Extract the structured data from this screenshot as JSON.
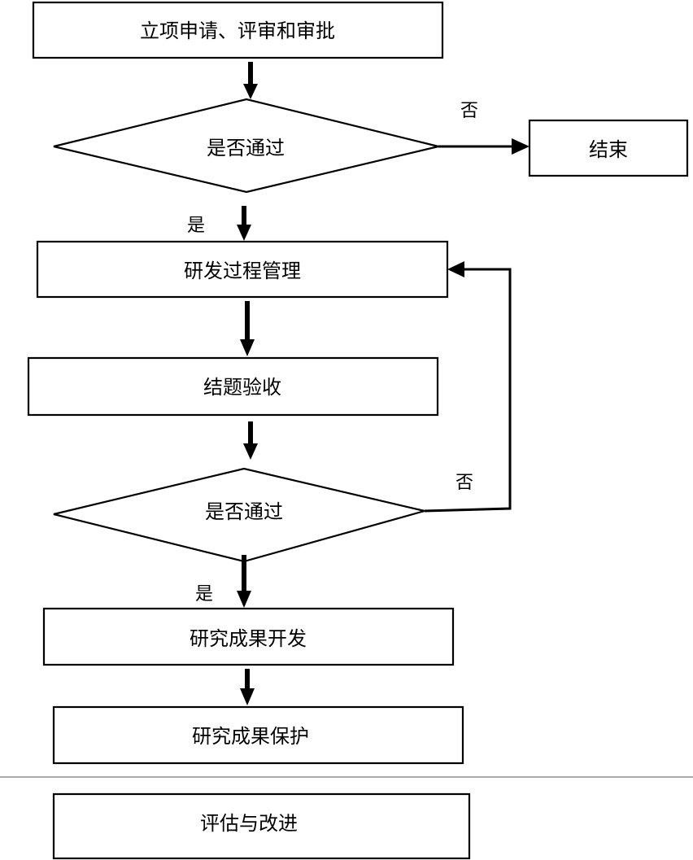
{
  "nodes": {
    "apply": "立项申请、评审和审批",
    "decision1": "是否通过",
    "end": "结束",
    "rd_management": "研发过程管理",
    "acceptance": "结题验收",
    "decision2": "是否通过",
    "development": "研究成果开发",
    "protection": "研究成果保护",
    "evaluation": "评估与改进"
  },
  "branches": {
    "decision1_no": "否",
    "decision1_yes": "是",
    "decision2_no": "否",
    "decision2_yes": "是"
  }
}
